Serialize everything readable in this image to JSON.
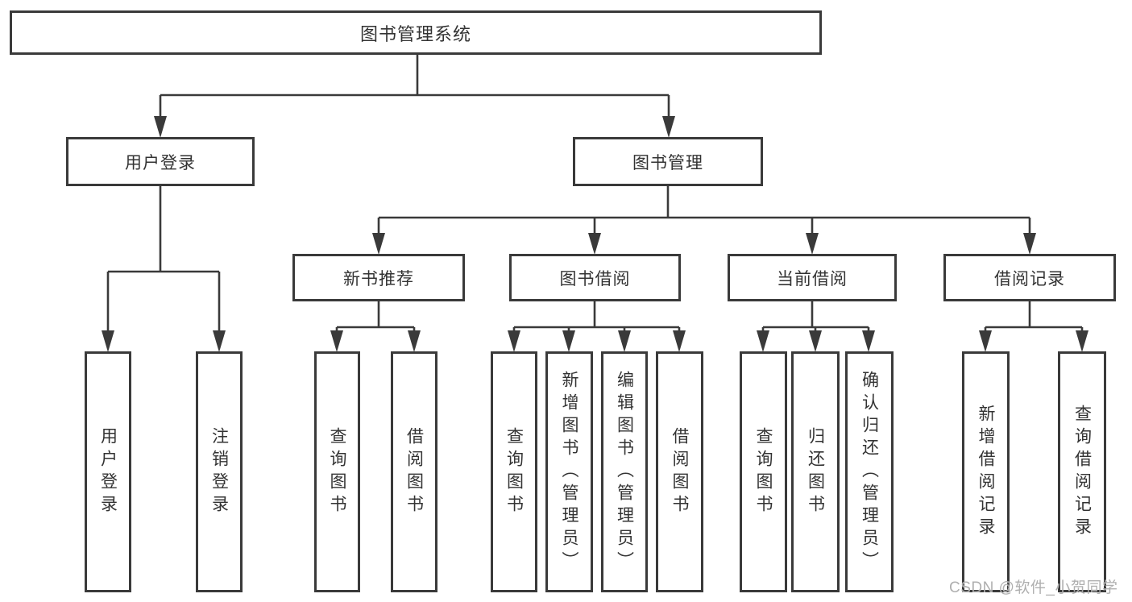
{
  "diagram": {
    "root": {
      "label": "图书管理系统"
    },
    "branches": [
      {
        "label": "用户登录",
        "children": [
          {
            "label": "用户登录"
          },
          {
            "label": "注销登录"
          }
        ]
      },
      {
        "label": "图书管理",
        "children": [
          {
            "label": "新书推荐",
            "children": [
              {
                "label": "查询图书"
              },
              {
                "label": "借阅图书"
              }
            ]
          },
          {
            "label": "图书借阅",
            "children": [
              {
                "label": "查询图书"
              },
              {
                "label": "新增图书（管理员）"
              },
              {
                "label": "编辑图书（管理员）"
              },
              {
                "label": "借阅图书"
              }
            ]
          },
          {
            "label": "当前借阅",
            "children": [
              {
                "label": "查询图书"
              },
              {
                "label": "归还图书"
              },
              {
                "label": "确认归还（管理员）"
              }
            ]
          },
          {
            "label": "借阅记录",
            "children": [
              {
                "label": "新增借阅记录"
              },
              {
                "label": "查询借阅记录"
              }
            ]
          }
        ]
      }
    ]
  },
  "watermark": {
    "text": "CSDN @软件_小贺同学"
  },
  "colors": {
    "line": "#3a3a3a",
    "text": "#333333",
    "background": "#ffffff",
    "watermark": "#a8a8a8"
  }
}
